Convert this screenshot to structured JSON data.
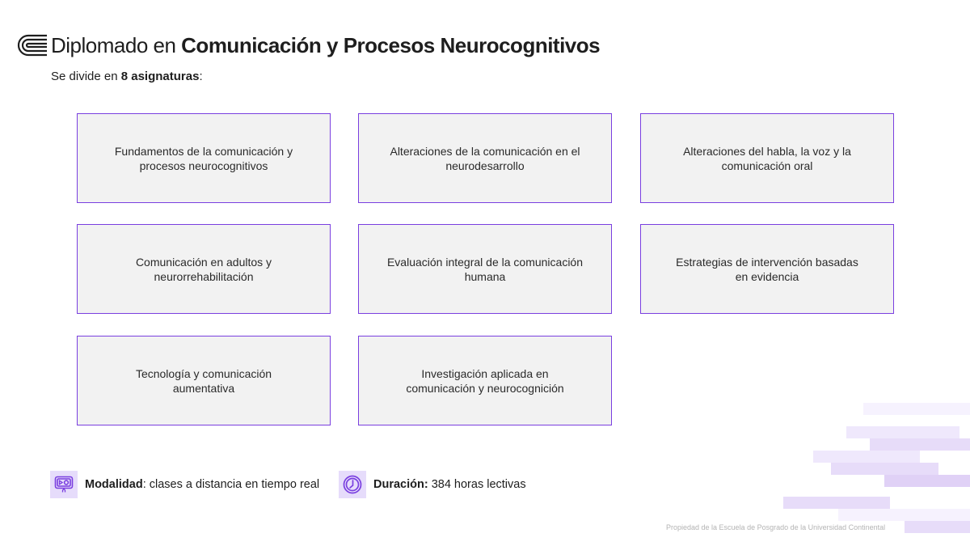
{
  "header": {
    "logo_icon": "university-logo-icon",
    "title_regular": "Diplomado en ",
    "title_bold": "Comunicación y Procesos Neurocognitivos"
  },
  "subtitle": {
    "prefix": "Se divide en ",
    "bold": "8 asignaturas",
    "suffix": ":"
  },
  "subjects": [
    {
      "label": "Fundamentos de la comunicación y procesos neurocognitivos"
    },
    {
      "label": "Alteraciones de la comunicación en el neurodesarrollo"
    },
    {
      "label": "Alteraciones del habla, la voz y la comunicación oral"
    },
    {
      "label": "Comunicación en adultos y neurorrehabilitación"
    },
    {
      "label": "Evaluación integral de la comunicación humana"
    },
    {
      "label": "Estrategias de intervención basadas en evidencia"
    },
    {
      "label": "Tecnología y comunicación aumentativa"
    },
    {
      "label": "Investigación aplicada en comunicación y neurocognición"
    }
  ],
  "info": {
    "modality": {
      "icon": "online-class-icon",
      "label": "Modalidad",
      "separator": ": ",
      "value": "clases a distancia en tiempo real"
    },
    "duration": {
      "icon": "clock-icon",
      "label": "Duración:",
      "value": " 384 horas lectivas"
    }
  },
  "footer": {
    "text": "Propiedad de la Escuela de Posgrado de la Universidad Continental"
  },
  "colors": {
    "accent": "#7a3fe0",
    "card_background": "#f2f2f2",
    "icon_background": "#e6dcfb",
    "text": "#1e1e1e"
  }
}
